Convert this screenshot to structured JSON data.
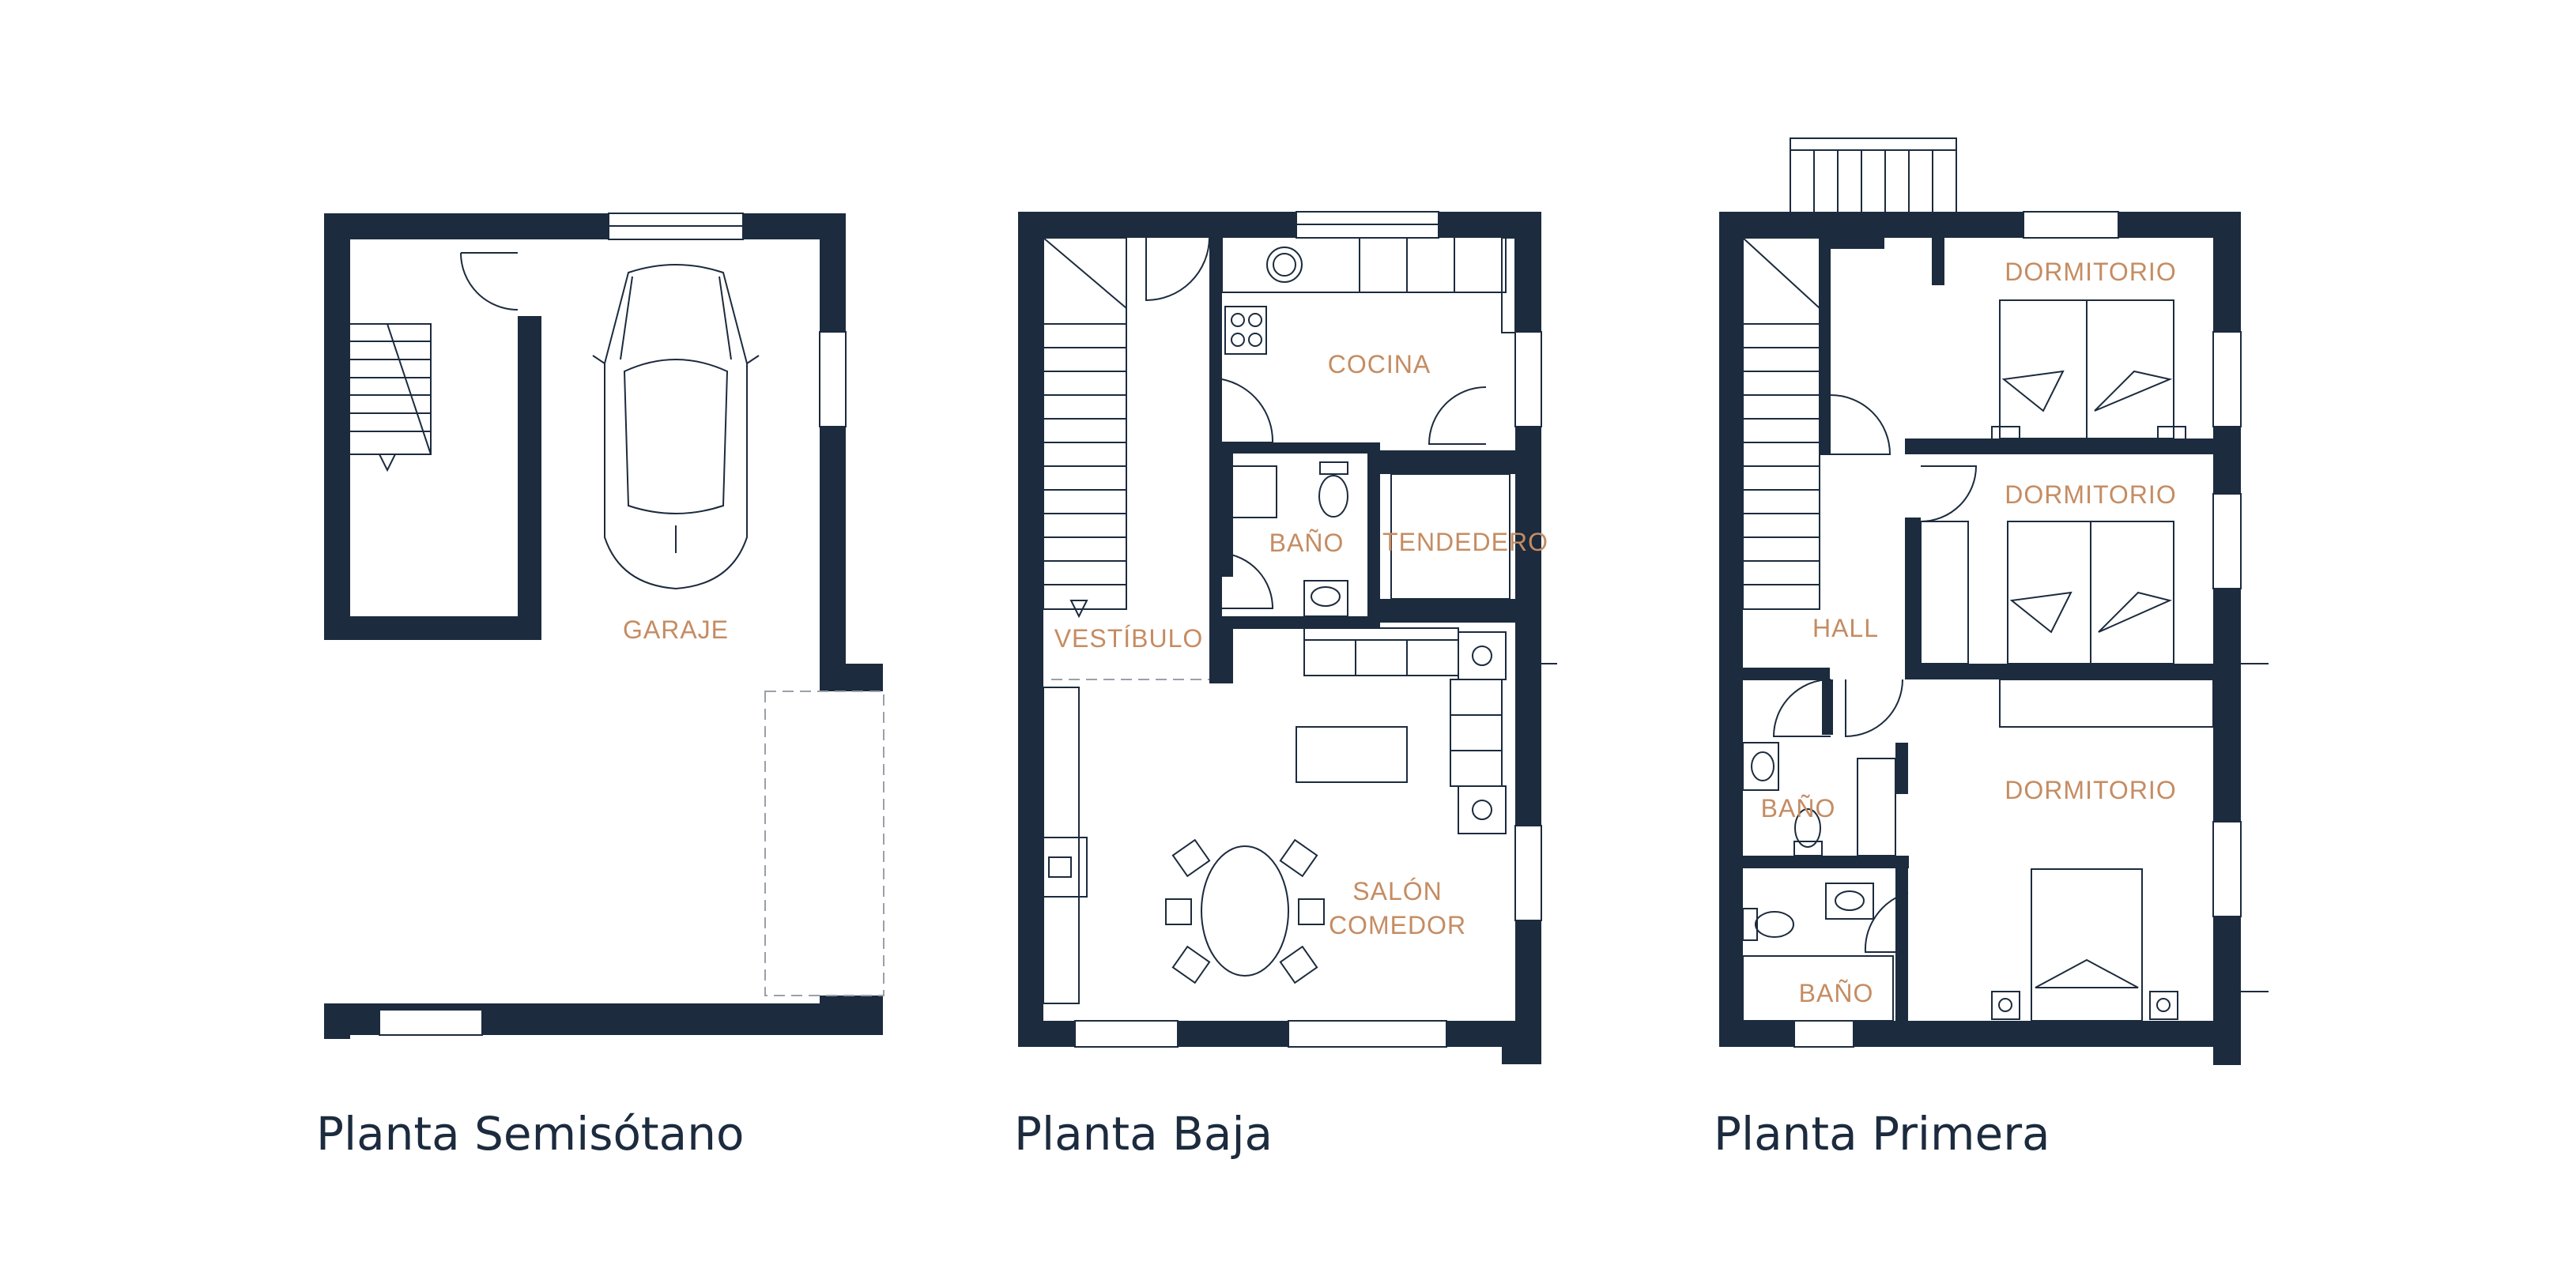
{
  "colors": {
    "wall": "#1c2b3e",
    "room_label": "#c58c62",
    "caption": "#1c2b3e",
    "background": "#ffffff"
  },
  "floors": {
    "semisotano": {
      "caption": "Planta Semisótano",
      "rooms": {
        "garaje": "GARAJE"
      }
    },
    "baja": {
      "caption": "Planta Baja",
      "rooms": {
        "cocina": "COCINA",
        "bano": "BAÑO",
        "tendedero": "TENDEDERO",
        "vestibulo": "VESTÍBULO",
        "salon_line1": "SALÓN",
        "salon_line2": "COMEDOR"
      }
    },
    "primera": {
      "caption": "Planta Primera",
      "rooms": {
        "dormitorio_1": "DORMITORIO",
        "dormitorio_2": "DORMITORIO",
        "dormitorio_3": "DORMITORIO",
        "hall": "HALL",
        "bano_1": "BAÑO",
        "bano_2": "BAÑO"
      }
    }
  },
  "icons": [
    "car-icon",
    "stairs-icon",
    "door-icon",
    "window-icon",
    "stove-icon",
    "sink-icon",
    "toilet-icon",
    "washbasin-icon",
    "sofa-icon",
    "dining-table-icon",
    "chair-icon",
    "bed-icon",
    "nightstand-icon",
    "balcony-icon"
  ]
}
